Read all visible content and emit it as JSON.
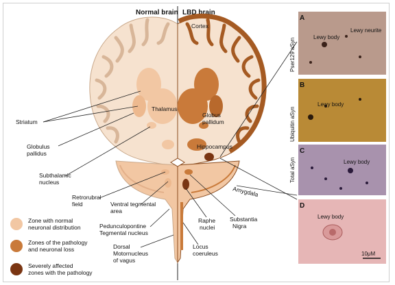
{
  "headers": {
    "normal": "Normal brain",
    "lbd": "LBD brain"
  },
  "labels": {
    "cortex": "Cortex",
    "thalamus": "Thalamus",
    "globus_pallidus_right": [
      "Globus",
      "pallidum"
    ],
    "hippocampus": "Hippocampus",
    "amygdala": "Amygdala",
    "striatum": "Striatum",
    "globulus_pallidus": [
      "Globulus",
      "pallidus"
    ],
    "subthalamic": [
      "Subthalamic",
      "nucleus"
    ],
    "retrorubral": [
      "Retrorubral",
      "field"
    ],
    "ventral_tegmental": [
      "Ventral tegmental",
      "area"
    ],
    "pedunculopontine": [
      "Pedunculopontine",
      "Tegmental nucleus"
    ],
    "dorsal_motor": [
      "Dorsal",
      "Motornucleus",
      "of vagus"
    ],
    "raphe": [
      "Raphe",
      "nuclei"
    ],
    "substantia": [
      "Substantia",
      "Nigra"
    ],
    "locus": [
      "Locus",
      "coeruleus"
    ]
  },
  "legend": [
    {
      "color": "#f2c7a3",
      "lines": [
        "Zone with normal",
        "neuronal distribution"
      ]
    },
    {
      "color": "#c97a3a",
      "lines": [
        "Zones of the pathology",
        "and neuronal loss"
      ]
    },
    {
      "color": "#7a3512",
      "lines": [
        "Severely affected",
        "zones with the pathology"
      ]
    }
  ],
  "panels": [
    {
      "letter": "A",
      "stain": "Pser129 aSyn",
      "annotations": [
        "Lewy body",
        "Lewy neurite"
      ],
      "color": "#b99a8c"
    },
    {
      "letter": "B",
      "stain": "Ubiquitin aSyn",
      "annotations": [
        "Lewy body"
      ],
      "color": "#b98a36"
    },
    {
      "letter": "C",
      "stain": "Total aSyn",
      "annotations": [
        "Lewy body"
      ],
      "color": "#a892ad"
    },
    {
      "letter": "D",
      "stain": "",
      "annotations": [
        "Lewy body"
      ],
      "color": "#e6b6b6"
    }
  ],
  "scale_bar": "10μM"
}
